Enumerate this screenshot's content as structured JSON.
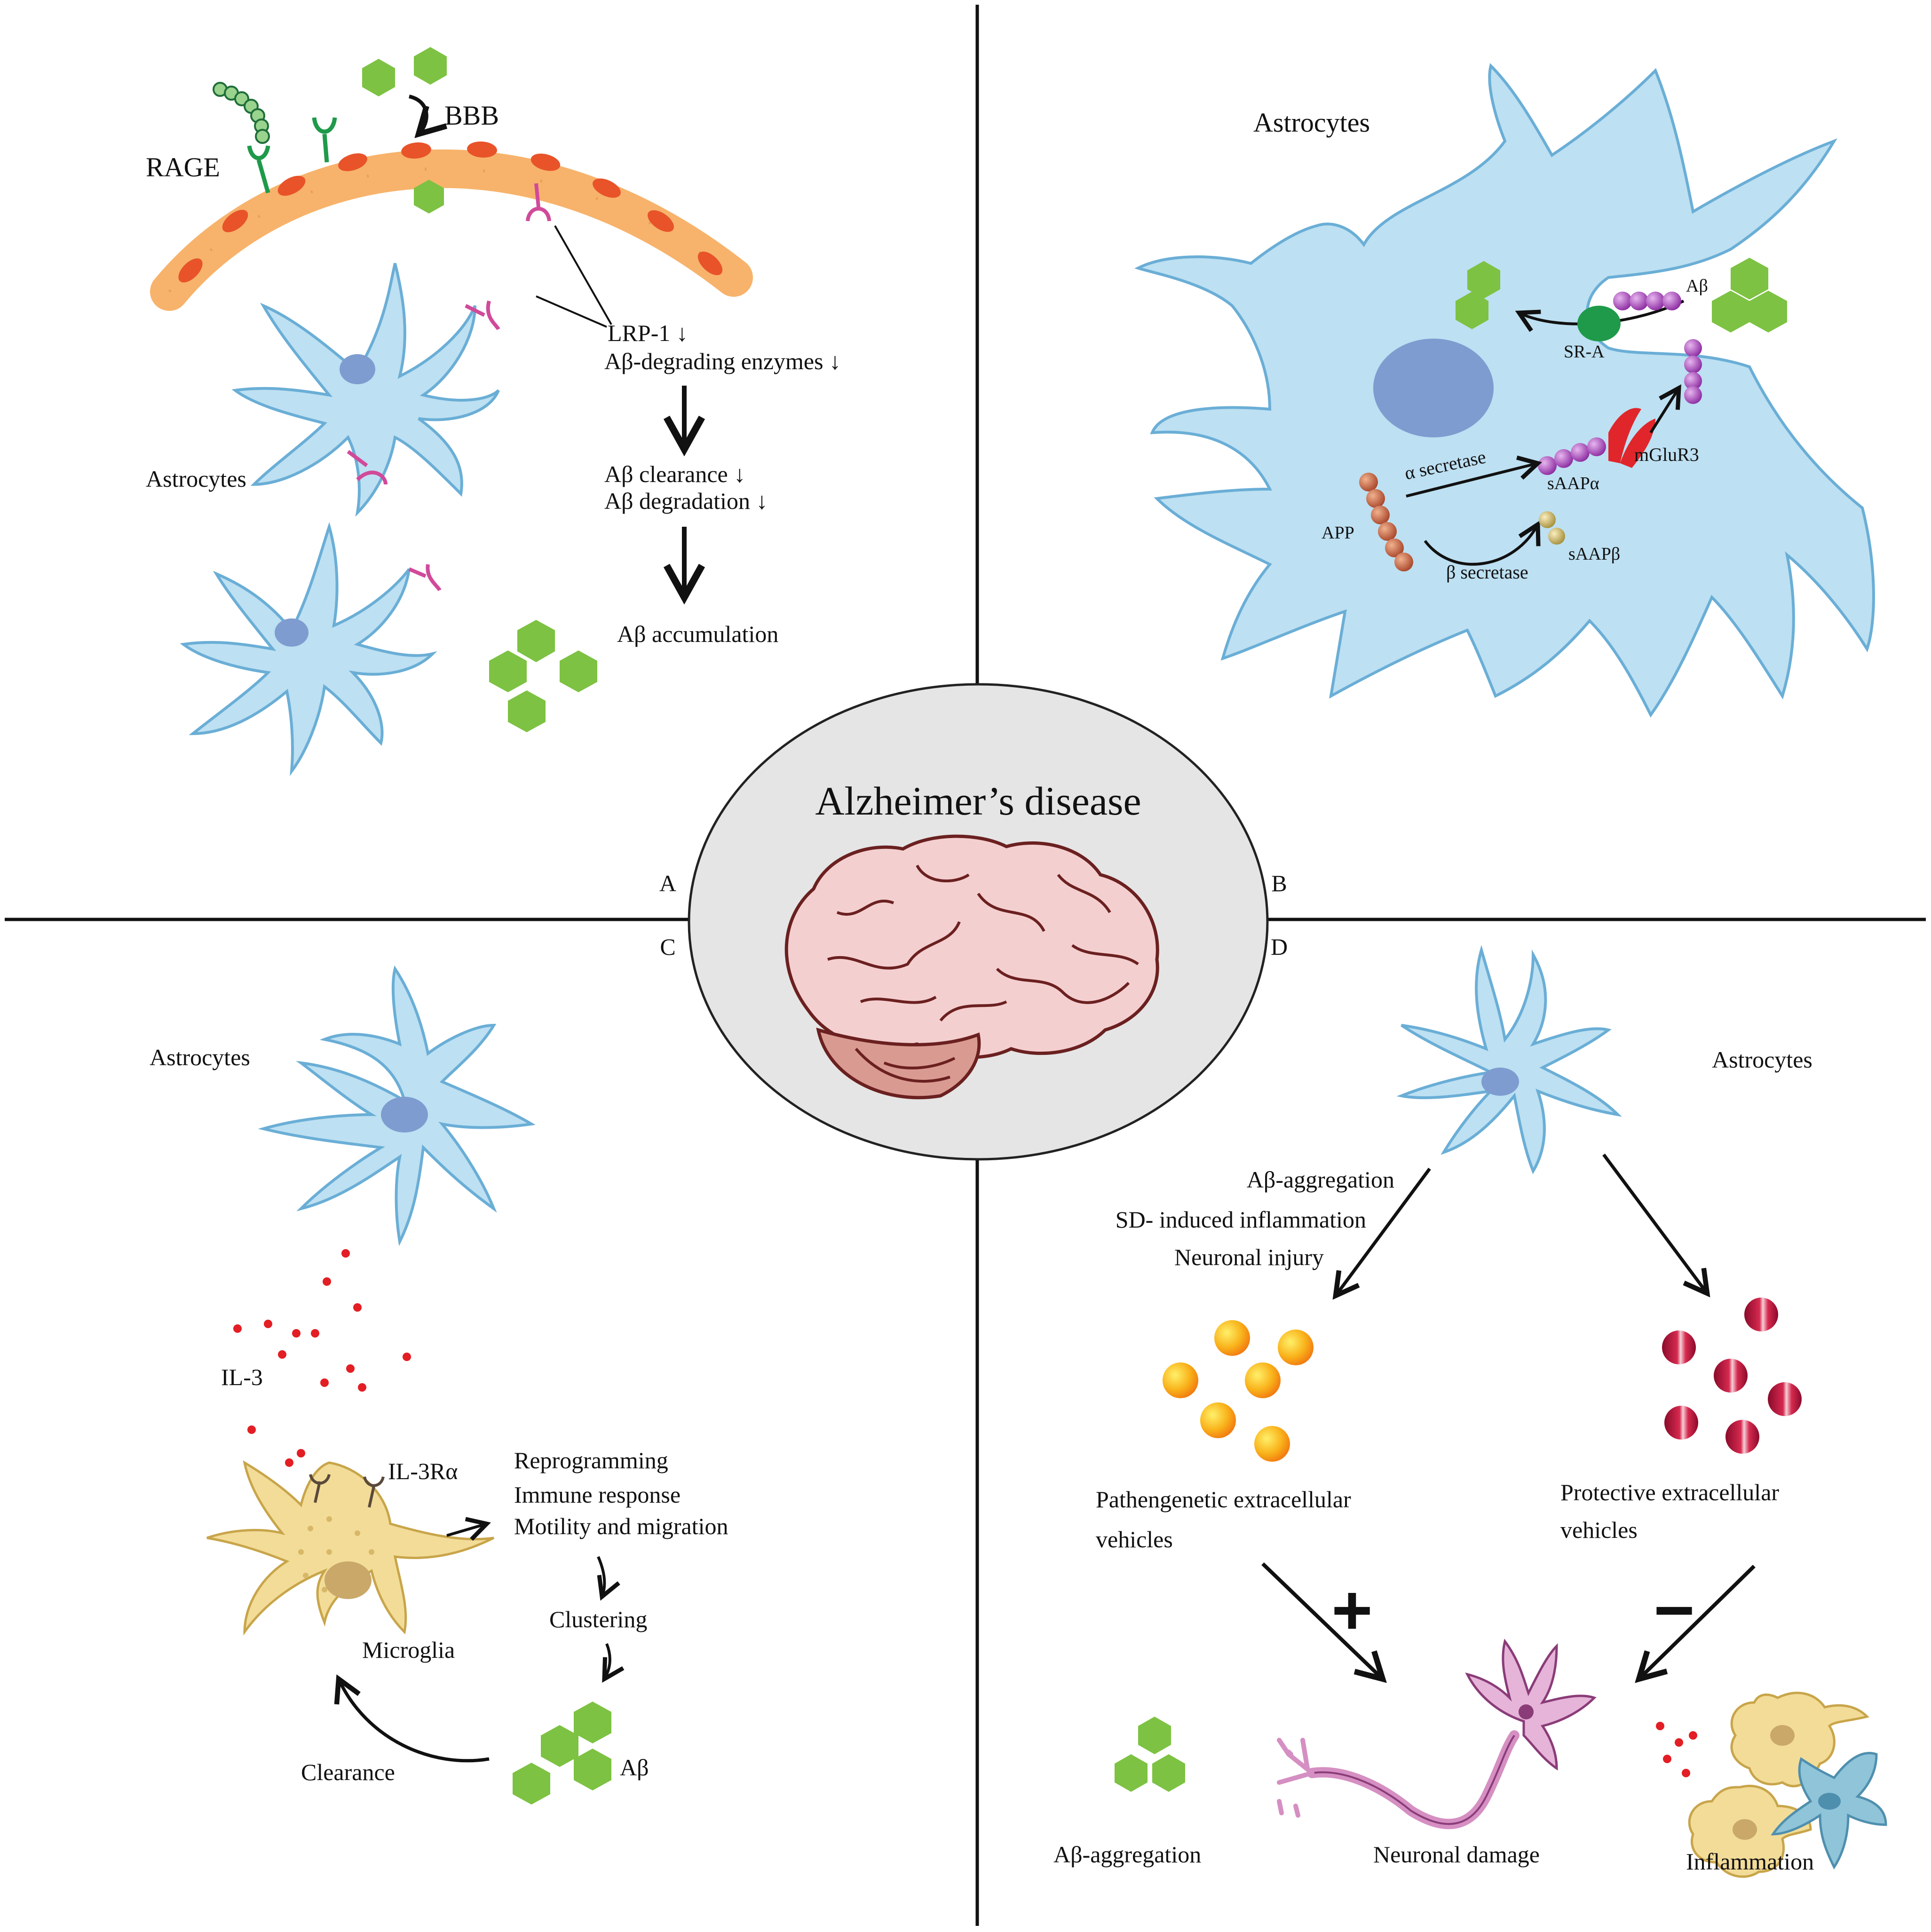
{
  "center": {
    "title": "Alzheimer’s disease"
  },
  "panel_labels": {
    "a": "A",
    "b": "B",
    "c": "C",
    "d": "D"
  },
  "panel_a": {
    "rage": "RAGE",
    "bbb": "BBB",
    "lrp1": "LRP-1 ↓",
    "enzymes": "Aβ-degrading enzymes ↓",
    "clearance": "Aβ clearance ↓",
    "degradation": "Aβ degradation ↓",
    "accumulation": "Aβ accumulation",
    "astrocytes": "Astrocytes"
  },
  "panel_b": {
    "astrocytes": "Astrocytes",
    "abeta": "Aβ",
    "sra": "SR-A",
    "mglur3": "mGluR3",
    "alpha_secretase": "α secretase",
    "saapa": "sAAPα",
    "app": "APP",
    "beta_secretase": "β secretase",
    "saapb": "sAAPβ"
  },
  "panel_c": {
    "astrocytes": "Astrocytes",
    "il3": "IL-3",
    "il3ra": "IL-3Rα",
    "reprogramming": "Reprogramming",
    "immune": "Immune response",
    "motility": "Motility and migration",
    "clustering": "Clustering",
    "microglia": "Microglia",
    "abeta": "Aβ",
    "clearance": "Clearance"
  },
  "panel_d": {
    "astrocytes": "Astrocytes",
    "agg": "Aβ-aggregation",
    "sd": "SD- induced  inflammation",
    "injury": "Neuronal injury",
    "path_line1": "Pathengenetic extracellular",
    "path_line2": "vehicles",
    "prot_line1": "Protective extracellular",
    "prot_line2": "vehicles",
    "plus": "+",
    "minus": "−",
    "agg_bottom": "Aβ-aggregation",
    "damage": "Neuronal damage",
    "inflammation": "Inflammation"
  },
  "colors": {
    "astrocyte": "#bde0f2",
    "astrocyte_outline": "#6aaed6",
    "nucleus": "#7f9cd0",
    "abeta": "#7dc242",
    "bbb_cell": "#f7b36b",
    "bbb_nucleus": "#e8532a",
    "il3": "#e31e24",
    "microglia": "#f2dc98",
    "pathogenic_ev": "#f9b31b",
    "protective_ev": "#b3123b"
  }
}
